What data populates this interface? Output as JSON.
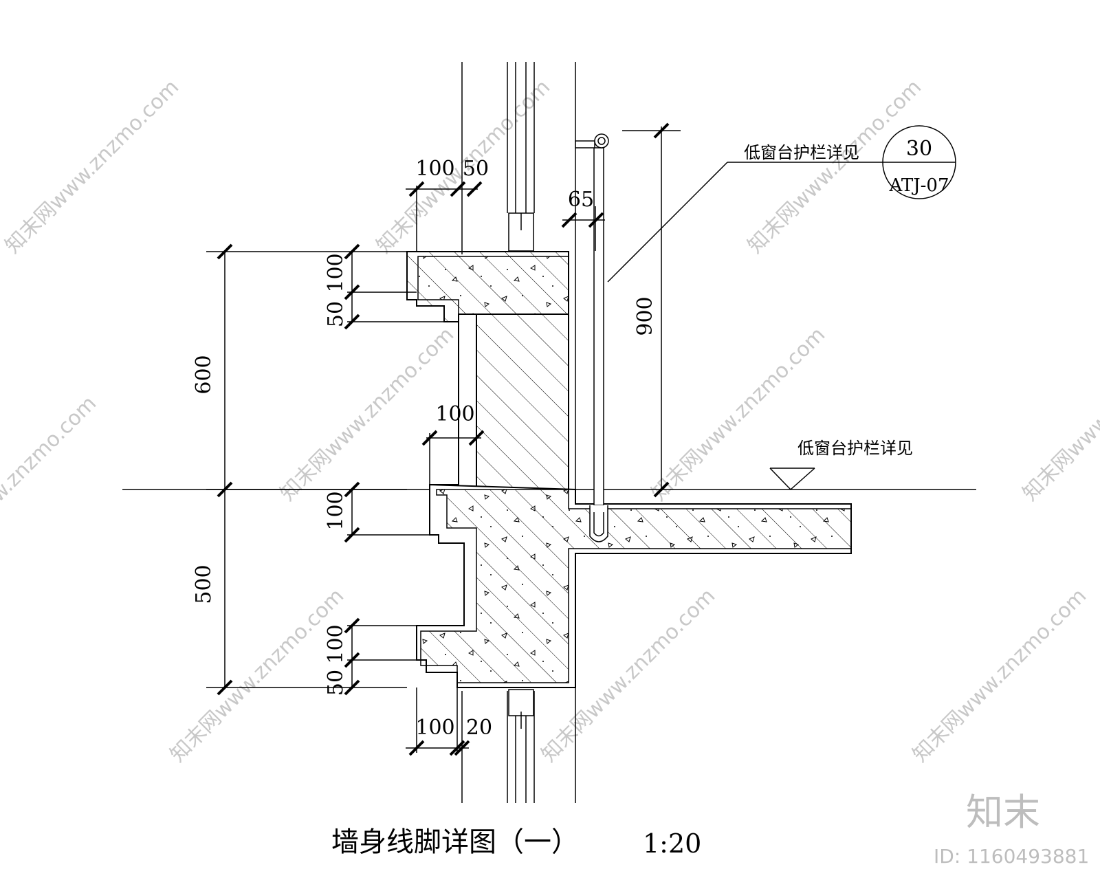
{
  "drawing": {
    "title": "墙身线脚详图（一）",
    "scale": "1:20",
    "callout": {
      "note": "低窗台护栏详见",
      "detail_number": "30",
      "sheet": "ATJ-07"
    },
    "level_note": "低窗台护栏详见",
    "dimensions": {
      "top_100": "100",
      "top_50": "50",
      "rail_65": "65",
      "height_900": "900",
      "left_600": "600",
      "left_500": "500",
      "upper_100": "100",
      "upper_50": "50",
      "mid_100": "100",
      "slab_100": "100",
      "lower_100": "100",
      "lower_50": "50",
      "bottom_100": "100",
      "bottom_20": "20"
    }
  },
  "watermark": {
    "site": "知末网www.znzmo.com",
    "brand": "知末",
    "id": "ID: 1160493881"
  }
}
